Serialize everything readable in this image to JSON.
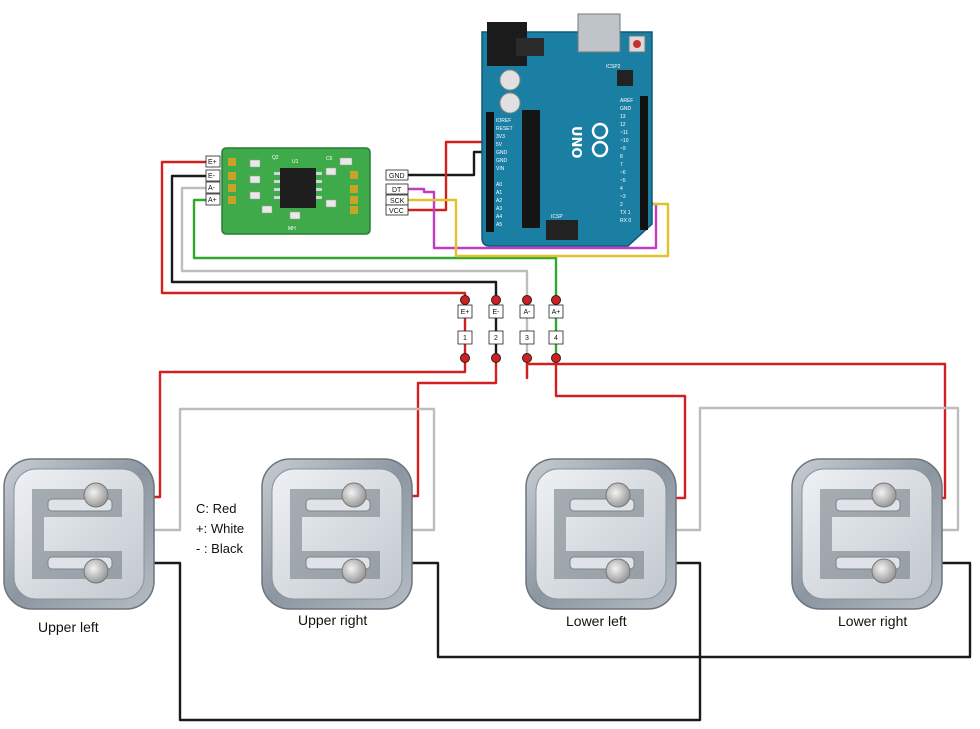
{
  "colors": {
    "red": "#d21f1f",
    "white_wire": "#bdbdbd",
    "black_wire": "#1a1a1a",
    "green_wire": "#2ea82e",
    "purple_wire": "#c03cc0",
    "yellow_wire": "#e2c22a",
    "arduino_board": "#1b7fa3",
    "hx711_board": "#3faa4a",
    "cell_metal": "#9aa3ad"
  },
  "hx711": {
    "left_pins": [
      "E+",
      "E-",
      "A-",
      "A+"
    ],
    "right_pins": [
      "GND",
      "DT",
      "SCK",
      "VCC"
    ],
    "chip_label": "U1",
    "q_label": "Q2",
    "c6_label": "C6",
    "brand": "MH"
  },
  "arduino": {
    "logo": "UNO",
    "reset": "RESET",
    "icsp2": "ICSP2",
    "icsp": "ICSP",
    "power_labels": [
      "IOREF",
      "RESET",
      "3V3",
      "5V",
      "GND",
      "GND",
      "VIN"
    ],
    "analog_labels": [
      "A0",
      "A1",
      "A2",
      "A3",
      "A4",
      "A5"
    ],
    "digital_labels": [
      "AREF",
      "GND",
      "13",
      "12",
      "~11",
      "~10",
      "~9",
      "8",
      "7",
      "~6",
      "~5",
      "4",
      "~3",
      "2",
      "TX 1",
      "RX 0"
    ]
  },
  "connectors": [
    {
      "top": "E+",
      "bottom": "1"
    },
    {
      "top": "E-",
      "bottom": "2"
    },
    {
      "top": "A-",
      "bottom": "3"
    },
    {
      "top": "A+",
      "bottom": "4"
    }
  ],
  "cells": [
    {
      "label": "Upper left"
    },
    {
      "label": "Upper right"
    },
    {
      "label": "Lower left"
    },
    {
      "label": "Lower right"
    }
  ],
  "legend": [
    "C: Red",
    "+: White",
    "- : Black"
  ]
}
